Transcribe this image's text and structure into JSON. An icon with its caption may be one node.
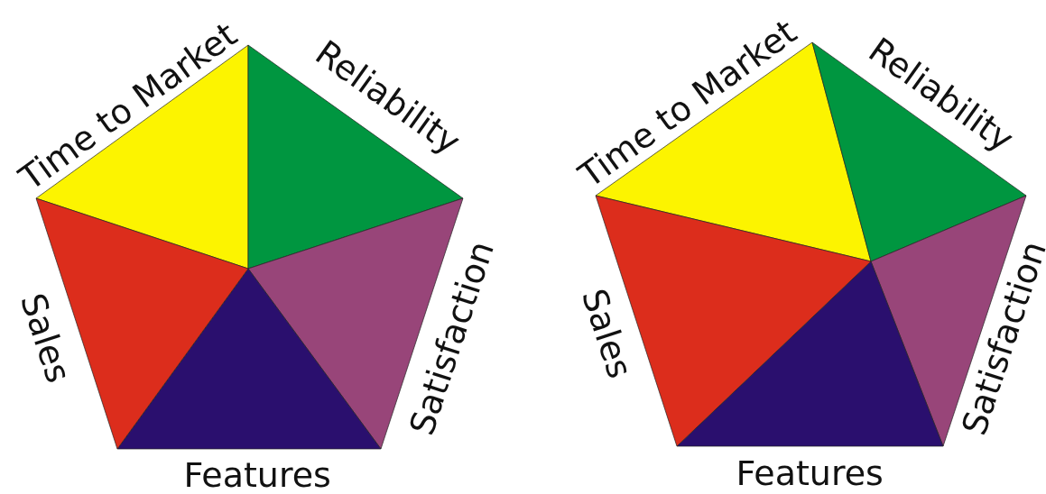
{
  "diagram": {
    "labels": [
      "Time to Market",
      "Reliability",
      "Sales",
      "Satisfaction",
      "Features",
      "Time to Market",
      "Reliability",
      "Sales",
      "Satisfaction",
      "Features"
    ]
  }
}
